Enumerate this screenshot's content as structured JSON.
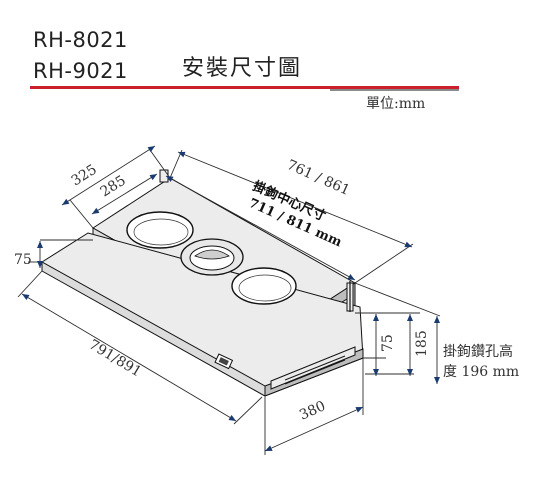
{
  "header": {
    "model_1": "RH-8021",
    "model_2": "RH-9021",
    "title": "安裝尺寸圖",
    "unit": "單位:mm"
  },
  "dimensions": {
    "depth_outer": "325",
    "depth_inner": "285",
    "width_top": "761 / 861",
    "hook_center_label": "掛鉤中心尺寸",
    "hook_center_value": "711 / 811 mm",
    "height_left": "75",
    "width_bottom": "791/891",
    "depth_bottom": "380",
    "height_right_inner": "75",
    "height_right_outer": "185",
    "drill_height_line1": "掛鉤鑽孔高",
    "drill_height_line2": "度 196 mm"
  },
  "colors": {
    "accent_line": "#c9202b",
    "rule_grey": "#8a8a8a"
  }
}
